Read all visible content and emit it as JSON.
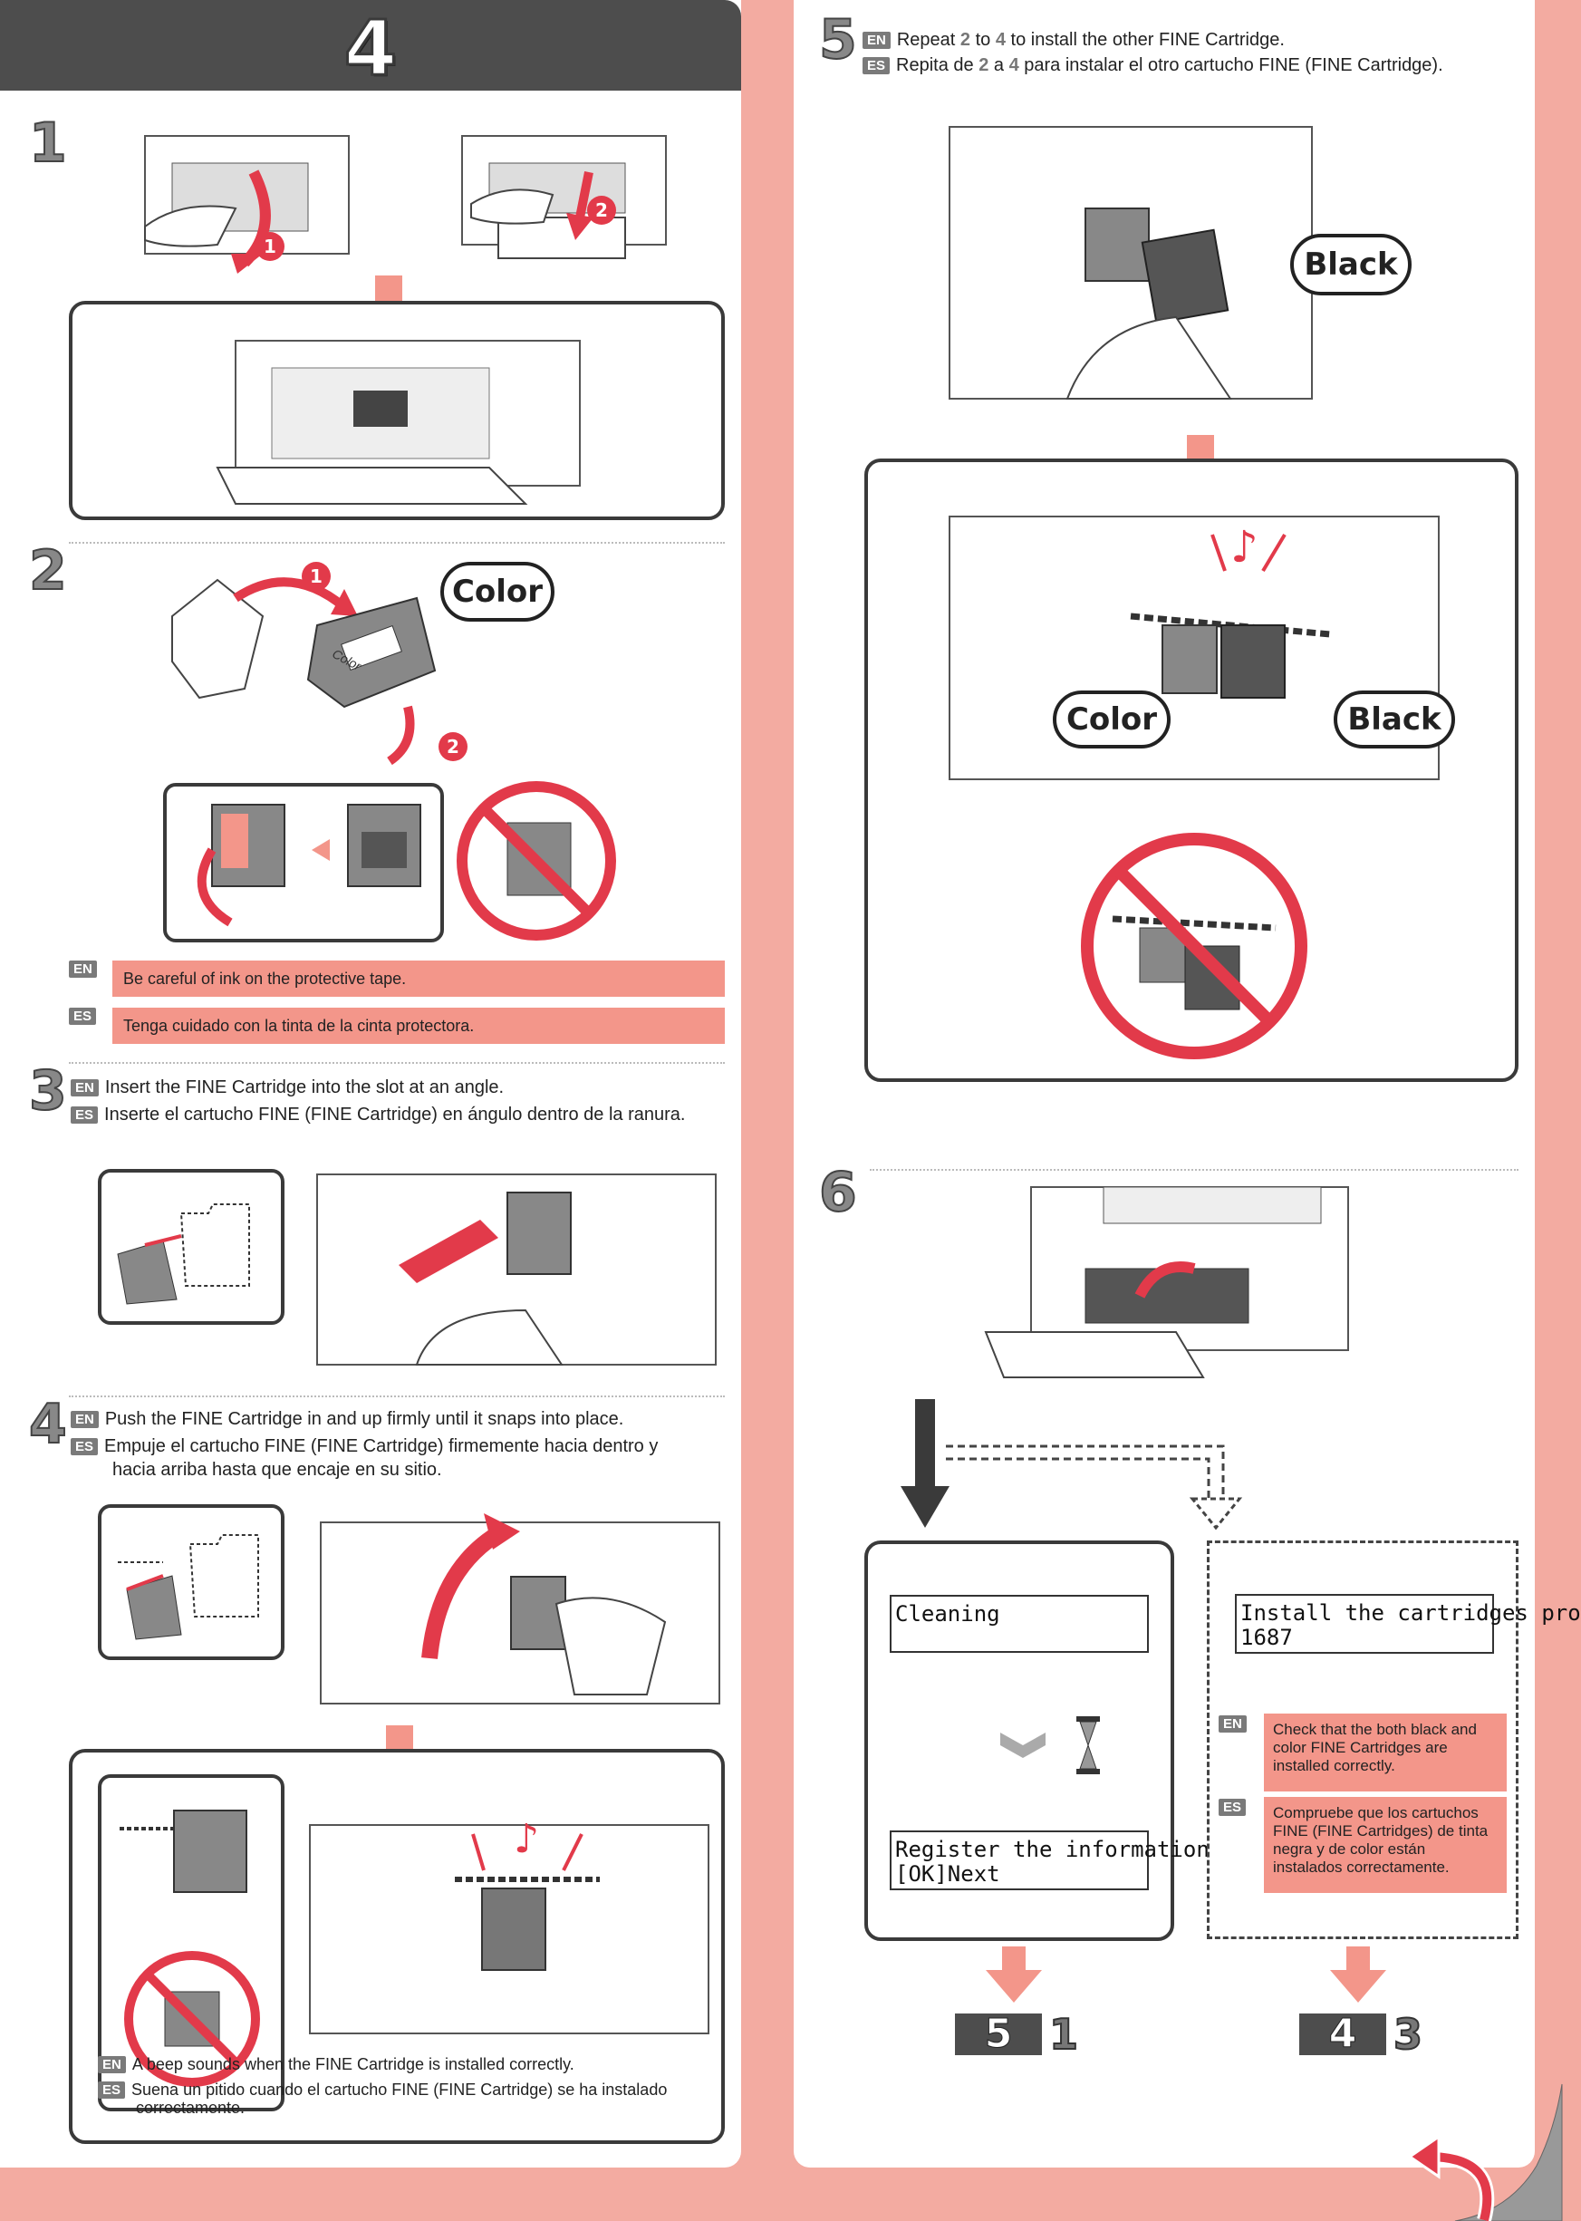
{
  "page": {
    "header_number": "4",
    "colors": {
      "background": "#f3aba1",
      "panel": "#ffffff",
      "header": "#4d4d4d",
      "note": "#f3968a",
      "accent": "#e23a4a"
    }
  },
  "steps": {
    "s1": {
      "number": "1"
    },
    "s2": {
      "number": "2",
      "callout": "Color",
      "cartridge_label": "Color",
      "notes": [
        {
          "lang": "EN",
          "text": "Be careful of ink on the protective tape."
        },
        {
          "lang": "ES",
          "text": "Tenga cuidado con la tinta de la cinta protectora."
        }
      ]
    },
    "s3": {
      "number": "3",
      "lines": [
        {
          "lang": "EN",
          "text": "Insert the FINE Cartridge into the slot at an angle."
        },
        {
          "lang": "ES",
          "text": "Inserte el cartucho FINE (FINE Cartridge) en ángulo dentro de la ranura."
        }
      ]
    },
    "s4": {
      "number": "4",
      "lines": [
        {
          "lang": "EN",
          "text": "Push the FINE Cartridge in and up firmly until it snaps into place."
        },
        {
          "lang": "ES",
          "text": "Empuje el cartucho FINE (FINE Cartridge) firmemente hacia dentro y"
        },
        {
          "lang": "",
          "text": "hacia arriba hasta que encaje en su sitio."
        }
      ],
      "notes": [
        {
          "lang": "EN",
          "text": "A beep sounds when the FINE Cartridge is installed correctly."
        },
        {
          "lang": "ES",
          "text": "Suena un pitido cuando el cartucho FINE (FINE Cartridge) se ha instalado"
        },
        {
          "lang": "",
          "text": "correctamente."
        }
      ]
    },
    "s5": {
      "number": "5",
      "en": {
        "lang": "EN",
        "a": "Repeat",
        "b": "to",
        "c": "to install the other FINE Cartridge."
      },
      "es": {
        "lang": "ES",
        "a": "Repita de",
        "b": "a",
        "c": "para instalar el otro cartucho FINE (FINE Cartridge)."
      },
      "ref_from": "2",
      "ref_to": "4",
      "callout_black": "Black",
      "callout_color": "Color"
    },
    "s6": {
      "number": "6",
      "left": {
        "screen1": "Cleaning",
        "screen2": "Register the information\n[OK]Next"
      },
      "right": {
        "screen": "Install the cartridges pro\n1687",
        "notes": [
          {
            "lang": "EN",
            "text": "Check that the both black and color FINE Cartridges are installed correctly."
          },
          {
            "lang": "ES",
            "text": "Compruebe que los cartuchos FINE (FINE Cartridges) de tinta negra y de color están instalados correctamente."
          }
        ]
      },
      "nav_left": {
        "section": "5",
        "step": "1"
      },
      "nav_right": {
        "section": "4",
        "step": "3"
      }
    }
  },
  "badges": {
    "one": "1",
    "two": "2"
  }
}
